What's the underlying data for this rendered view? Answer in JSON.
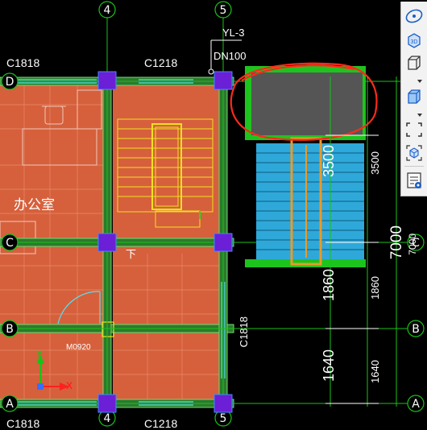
{
  "axes": {
    "col_4": "4",
    "col_5": "5",
    "row_D": "D",
    "row_C": "C",
    "row_B": "B",
    "row_A": "A",
    "right_C_a": "C",
    "right_B": "B",
    "right_A": "A"
  },
  "labels": {
    "window_c1818_top": "C1818",
    "window_c1218_top": "C1218",
    "window_c1818_bottom": "C1818",
    "window_c1218_bottom": "C1218",
    "window_c1818_vertical": "C1818",
    "pipe_yl3": "YL-3",
    "pipe_dn100": "DN100",
    "room_office": "办公室",
    "stair_down": "下",
    "door_m0920": "M0920",
    "ucs_y": "Y",
    "ucs_x": "X"
  },
  "dimensions": {
    "dim_3500_blue": "3500",
    "dim_3500_right": "3500",
    "dim_7000_big": "7000",
    "dim_7000_small": "7000",
    "dim_1860_big": "1860",
    "dim_1860_small": "1860",
    "dim_1640_big": "1640",
    "dim_1640_small": "1640"
  },
  "toolbar": {
    "icons": [
      "orbit-icon",
      "view-3d-icon",
      "cube-view-icon",
      "dropdown-arrow-icon",
      "solid-cube-icon",
      "dropdown-arrow-icon",
      "zoom-extents-icon",
      "isometric-view-icon",
      "display-settings-icon"
    ]
  },
  "colors": {
    "background": "#000000",
    "wall_fill": "#d6603c",
    "column": "#6b1fd6",
    "axis_line": "#19c219",
    "highlight_circle": "#ff2a1a",
    "tank_top": "#555555",
    "tank_body": "#2ea8d9"
  }
}
